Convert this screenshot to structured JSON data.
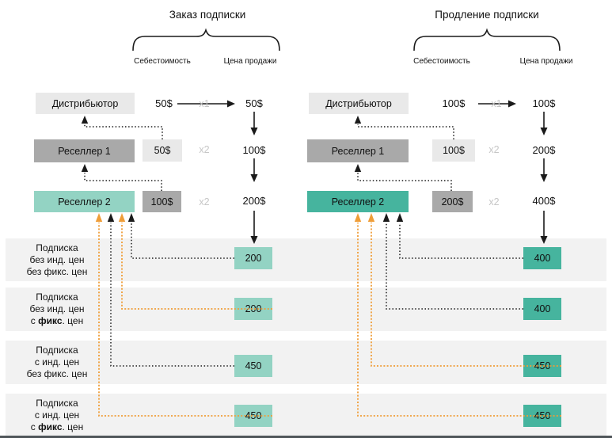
{
  "colors": {
    "band_bg": "#f2f2f2",
    "box_light_gray": "#e9e9e9",
    "box_gray": "#a9a9a9",
    "teal_light": "#93d3c3",
    "teal_dark": "#46b49e",
    "orange_line": "#ef9d38",
    "black_line": "#1a1a1a",
    "muted_multiplier": "#c6c6c6",
    "bottom_line": "#50565a"
  },
  "left": {
    "title": "Заказ подписки",
    "cost_header": "Себестоимость",
    "price_header": "Цена продажи",
    "distributor": {
      "label": "Дистрибьютор",
      "cost": "50$",
      "multiplier": "x1",
      "price": "50$"
    },
    "reseller1": {
      "label": "Реселлер 1",
      "cost": "50$",
      "multiplier": "x2",
      "price": "100$"
    },
    "reseller2": {
      "label": "Реселлер 2",
      "cost": "100$",
      "multiplier": "x2",
      "price": "200$"
    },
    "results": {
      "row1": "200",
      "row2": "200",
      "row3": "450",
      "row4": "450"
    }
  },
  "right": {
    "title": "Продление подписки",
    "cost_header": "Себестоимость",
    "price_header": "Цена продажи",
    "distributor": {
      "label": "Дистрибьютор",
      "cost": "100$",
      "multiplier": "x1",
      "price": "100$"
    },
    "reseller1": {
      "label": "Реселлер 1",
      "cost": "100$",
      "multiplier": "x2",
      "price": "200$"
    },
    "reseller2": {
      "label": "Реселлер 2",
      "cost": "200$",
      "multiplier": "x2",
      "price": "400$"
    },
    "results": {
      "row1": "400",
      "row2": "400",
      "row3": "450",
      "row4": "450"
    }
  },
  "rows": {
    "row1": {
      "line1": "Подписка",
      "line2": "без инд. цен",
      "line3_pre": "без фикс. цен",
      "line3_bold": "",
      "line3_post": ""
    },
    "row2": {
      "line1": "Подписка",
      "line2": "без инд. цен",
      "line3_pre": "с ",
      "line3_bold": "фикс",
      "line3_post": ". цен"
    },
    "row3": {
      "line1": "Подписка",
      "line2": "с инд. цен",
      "line3_pre": "без фикс. цен",
      "line3_bold": "",
      "line3_post": ""
    },
    "row4": {
      "line1": "Подписка",
      "line2": "с инд. цен",
      "line3_pre": "с ",
      "line3_bold": "фикс",
      "line3_post": ". цен"
    }
  }
}
